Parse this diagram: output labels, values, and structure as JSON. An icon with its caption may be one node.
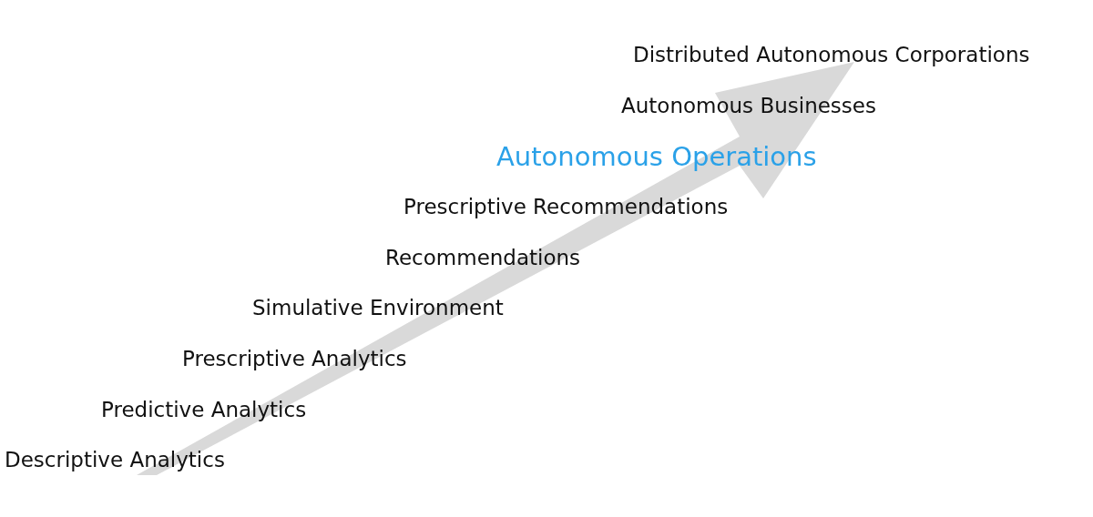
{
  "diagram": {
    "labels": [
      "Distributed Autonomous Corporations",
      "Autonomous Businesses",
      "Autonomous Operations",
      "Prescriptive Recommendations",
      "Recommendations",
      "Simulative Environment",
      "Prescriptive Analytics",
      "Predictive Analytics",
      "Descriptive Analytics"
    ]
  }
}
